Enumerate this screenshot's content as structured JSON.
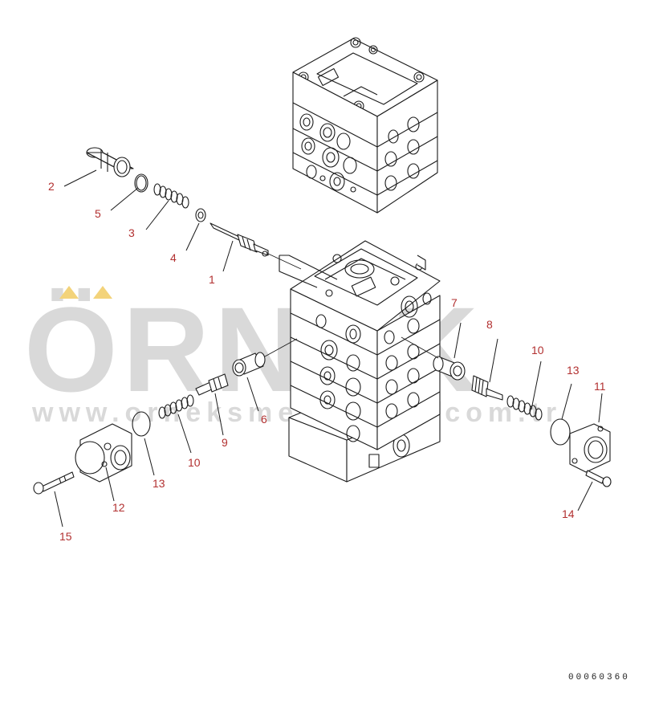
{
  "watermark": {
    "brand": "ÖRNEK",
    "url": "www.orneksmersizlari.com.tr"
  },
  "drawing_number": "00060360",
  "callouts": [
    {
      "id": "c2",
      "label": "2"
    },
    {
      "id": "c5",
      "label": "5"
    },
    {
      "id": "c3",
      "label": "3"
    },
    {
      "id": "c4",
      "label": "4"
    },
    {
      "id": "c1",
      "label": "1"
    },
    {
      "id": "c7",
      "label": "7"
    },
    {
      "id": "c8",
      "label": "8"
    },
    {
      "id": "c10a",
      "label": "10"
    },
    {
      "id": "c13a",
      "label": "13"
    },
    {
      "id": "c11",
      "label": "11"
    },
    {
      "id": "c6",
      "label": "6"
    },
    {
      "id": "c9",
      "label": "9"
    },
    {
      "id": "c10b",
      "label": "10"
    },
    {
      "id": "c13b",
      "label": "13"
    },
    {
      "id": "c12",
      "label": "12"
    },
    {
      "id": "c14",
      "label": "14"
    },
    {
      "id": "c15",
      "label": "15"
    }
  ],
  "colors": {
    "line": "#1a1a1a",
    "callout": "#b23030",
    "watermark": "#d9d9d9",
    "accent": "#f3d37a"
  }
}
